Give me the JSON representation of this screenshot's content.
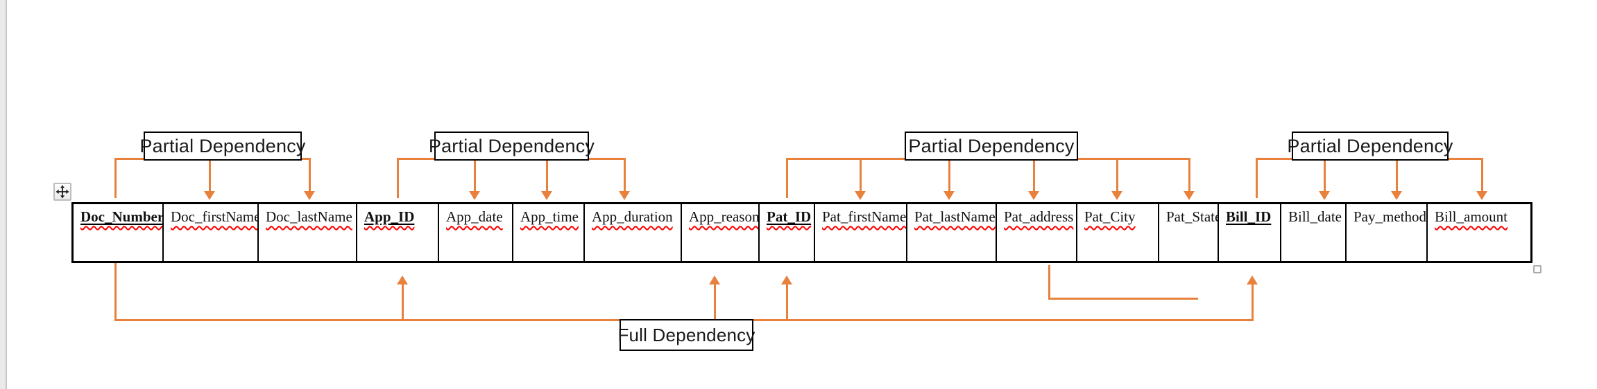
{
  "colors": {
    "accent_orange": "#E8813C",
    "spellcheck_red": "#FF0000",
    "table_border": "#000000",
    "margin_strip_gray": "#EAEAEA"
  },
  "icons": {
    "move_handle": "table-move-handle",
    "resize_handle": "table-resize-handle"
  },
  "dependency_boxes": {
    "partial": [
      {
        "label": "Partial Dependency",
        "from": "Doc_Number",
        "to": [
          "Doc_firstName",
          "Doc_lastName"
        ]
      },
      {
        "label": "Partial Dependency",
        "from": "App_ID",
        "to": [
          "App_date",
          "App_time",
          "App_duration"
        ]
      },
      {
        "label": "Partial Dependency",
        "from": "Pat_ID",
        "to": [
          "Pat_firstName",
          "Pat_lastName",
          "Pat_address",
          "Pat_City",
          "Pat_State"
        ]
      },
      {
        "label": "Partial Dependency",
        "from": "Bill_ID",
        "to": [
          "Bill_date",
          "Pay_method",
          "Bill_amount"
        ]
      }
    ],
    "full": {
      "label": "Full Dependency",
      "from": "Doc_Number",
      "to": [
        "App_ID",
        "App_reason",
        "Pat_ID",
        "Bill_ID"
      ]
    }
  },
  "table": {
    "columns": [
      {
        "label": "Doc_Number",
        "primary_key": true,
        "spellcheck": true
      },
      {
        "label": "Doc_firstName",
        "primary_key": false,
        "spellcheck": true
      },
      {
        "label": "Doc_lastName",
        "primary_key": false,
        "spellcheck": true
      },
      {
        "label": "App_ID",
        "primary_key": true,
        "spellcheck": true
      },
      {
        "label": "App_date",
        "primary_key": false,
        "spellcheck": true
      },
      {
        "label": "App_time",
        "primary_key": false,
        "spellcheck": true
      },
      {
        "label": "App_duration",
        "primary_key": false,
        "spellcheck": true
      },
      {
        "label": "App_reason",
        "primary_key": false,
        "spellcheck": true
      },
      {
        "label": "Pat_ID",
        "primary_key": true,
        "spellcheck": true
      },
      {
        "label": "Pat_firstName",
        "primary_key": false,
        "spellcheck": true
      },
      {
        "label": "Pat_lastName",
        "primary_key": false,
        "spellcheck": true
      },
      {
        "label": "Pat_address",
        "primary_key": false,
        "spellcheck": true
      },
      {
        "label": "Pat_City",
        "primary_key": false,
        "spellcheck": true
      },
      {
        "label": "Pat_State",
        "primary_key": false,
        "spellcheck": false
      },
      {
        "label": "Bill_ID",
        "primary_key": true,
        "spellcheck": false
      },
      {
        "label": "Bill_date",
        "primary_key": false,
        "spellcheck": false
      },
      {
        "label": "Pay_method",
        "primary_key": false,
        "spellcheck": false
      },
      {
        "label": "Bill_amount",
        "primary_key": false,
        "spellcheck": true
      }
    ]
  }
}
